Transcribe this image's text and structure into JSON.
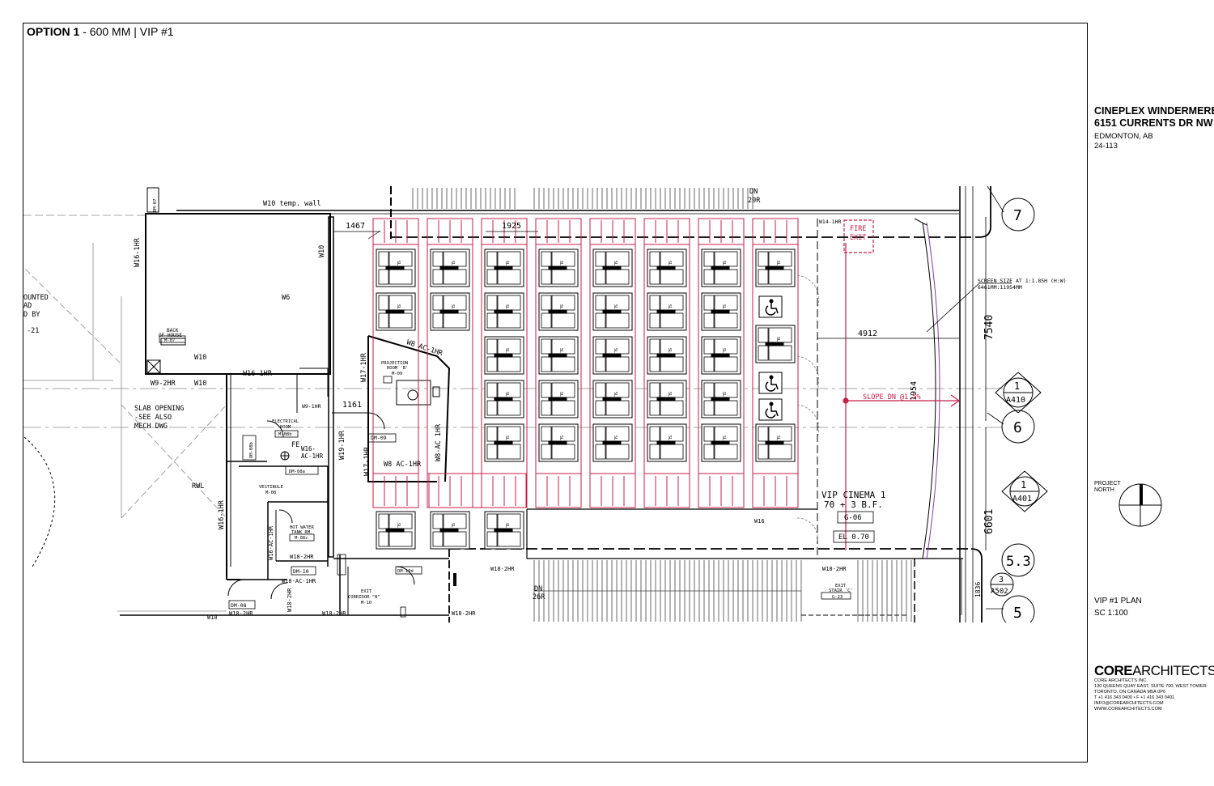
{
  "sheet": {
    "option_bold": "OPTION 1",
    "option_rest": " - 600 MM | VIP #1"
  },
  "project": {
    "name_line1": "CINEPLEX WINDERMERE",
    "name_line2": "6151 CURRENTS DR NW",
    "city": "EDMONTON, AB",
    "number": "24-113"
  },
  "north": {
    "label_line1": "PROJECT",
    "label_line2": "NORTH"
  },
  "plan": {
    "title": "VIP #1 PLAN",
    "scale": "SC 1:100"
  },
  "firm": {
    "logo_bold": "CORE",
    "logo_rest": "ARCHITECTS",
    "lines": [
      "CORE ARCHITECTS INC.",
      "130 QUEENS QUAY EAST, SUITE 700, WEST TOWER",
      "TORONTO, ON CANADA M5A 0P6",
      "T +1 416 343 0400 • F +1 416 343 0401",
      "INFO@COREARCHITECTS.COM",
      "WWW.COREARCHITECTS.COM"
    ]
  },
  "labels": {
    "w10_temp": "W10 temp. wall",
    "w16_1hr_a": "W16-1HR",
    "w10_v": "W10",
    "w6": "W6",
    "back_house": "BACK",
    "back_house2": "OF HOUSE",
    "m07": "M-07",
    "dm07": "DM-07",
    "w10_b": "W10",
    "w9_2hr": "W9-2HR",
    "w10_c": "W10",
    "w16_1hr_b": "W16-1HR",
    "w9_1hr": "W9-1HR",
    "slab1": "SLAB OPENING",
    "slab2": "-SEE ALSO",
    "slab3": "MECH DWG",
    "elec": "ELECTRICAL",
    "elec2": "ROOM",
    "m08b": "M-08b",
    "fe": "FE",
    "w16_ac": "W16-",
    "w16_ac2": "AC-1HR",
    "dm08a": "DM-08a",
    "dm08b": "DM-08b",
    "vest": "VESTIBULE",
    "m08": "M-08",
    "rwl": "RWL",
    "w16_1hr_c": "W16-1HR",
    "hwt1": "HOT WATER",
    "hwt2": "TANK RM.",
    "m08c": "M-08c",
    "w16_ac_1hr": "W16-AC-1HR",
    "w18_2hr_a": "W18-2HR",
    "dm10": "DM-10",
    "dm10d": "DM-10d",
    "w18_ac": "W18-AC-1HR",
    "dm08": "DM-08",
    "w10_d": "W10",
    "w18_2hr_b": "W18-2HR",
    "w18_2hr_c": "W18-2HR",
    "exit_corr": "EXIT",
    "exit_corr2": "CORRIDOR \"B\"",
    "m10": "M-10",
    "w18_2hr_d": "W18-2HR",
    "w18_2hr_e": "W18-2HR",
    "w18_2hr_f": "W18-2HR",
    "w18_2hr_g": "W18-2HR",
    "dn26": "DN",
    "dn26b": "26R",
    "exit_stair": "EXIT",
    "exit_stair2": "STAIR 'C'",
    "g23": "G-23",
    "dim_1467": "1467",
    "dim_1925": "1925",
    "dim_1161": "1161",
    "dim_4912": "4912",
    "dim_1954": "1954",
    "dim_7540": "7540",
    "dim_6601": "6601",
    "dim_1836": "1836",
    "dn29": "DN",
    "dn29b": "29R",
    "w14_1hr": "W14-1HR",
    "fire": "FIRE",
    "fire2": "EXIT",
    "proj1": "PROJECTION",
    "proj2": "ROOM 'B'",
    "m09": "M-09",
    "dm09": "DM-09",
    "w8_ac_a": "W8 AC-1HR",
    "w17_1hr_a": "W17-1HR",
    "w19_1hr": "W19-1HR",
    "w17_1hr_b": "W17-1HR",
    "w8_ac_b": "W8-AC 1HR",
    "w8_ac_c": "W8 AC-1HR",
    "w16": "W16",
    "screen1": "SCREEN SIZE AT 1:1.85H (H:W)",
    "screen2": "6461MM:11954MM",
    "slope": "SLOPE DN @1.5%",
    "vip1": "VIP CINEMA 1",
    "vip2": "70 + 3 B.F.",
    "g06": "G-06",
    "el": "EL 0.70",
    "grid7": "7",
    "grid6": "6",
    "grid53": "5.3",
    "grid5": "5",
    "sec_a410_n": "1",
    "sec_a410": "A410",
    "sec_a401_n": "1",
    "sec_a401": "A401",
    "sec_a502_n": "3",
    "sec_a502": "A502",
    "left1": "OUNTED",
    "left2": "AD",
    "left3": "D BY",
    "left4": "-21",
    "seat": "SL"
  }
}
